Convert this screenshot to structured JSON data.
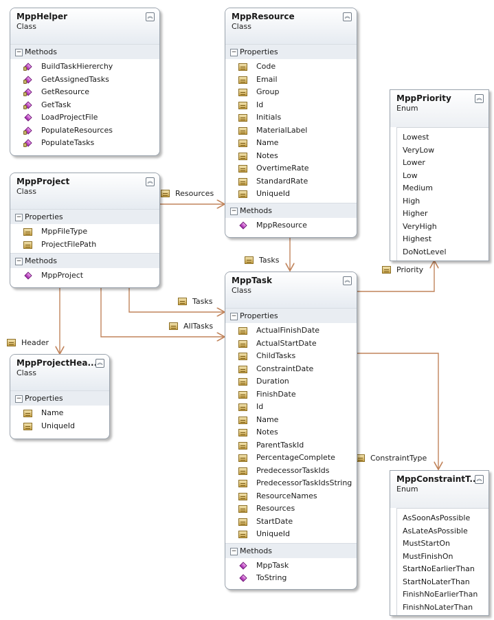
{
  "diagram": {
    "line_color": "#c0835a",
    "classes": {
      "mpp_helper": {
        "name": "MppHelper",
        "stereotype": "Class",
        "methods_label": "Methods",
        "methods": [
          {
            "name": "BuildTaskHiererchy",
            "icon": "private-method-icon"
          },
          {
            "name": "GetAssignedTasks",
            "icon": "private-method-icon"
          },
          {
            "name": "GetResource",
            "icon": "private-method-icon"
          },
          {
            "name": "GetTask",
            "icon": "private-method-icon"
          },
          {
            "name": "LoadProjectFile",
            "icon": "method-icon"
          },
          {
            "name": "PopulateResources",
            "icon": "private-method-icon"
          },
          {
            "name": "PopulateTasks",
            "icon": "private-method-icon"
          }
        ]
      },
      "mpp_project": {
        "name": "MppProject",
        "stereotype": "Class",
        "properties_label": "Properties",
        "properties": [
          "MppFileType",
          "ProjectFilePath"
        ],
        "methods_label": "Methods",
        "methods": [
          "MppProject"
        ]
      },
      "mpp_project_header": {
        "name": "MppProjectHea...",
        "stereotype": "Class",
        "properties_label": "Properties",
        "properties": [
          "Name",
          "UniqueId"
        ]
      },
      "mpp_resource": {
        "name": "MppResource",
        "stereotype": "Class",
        "properties_label": "Properties",
        "properties": [
          "Code",
          "Email",
          "Group",
          "Id",
          "Initials",
          "MaterialLabel",
          "Name",
          "Notes",
          "OvertimeRate",
          "StandardRate",
          "UniqueId"
        ],
        "methods_label": "Methods",
        "methods": [
          "MppResource"
        ]
      },
      "mpp_task": {
        "name": "MppTask",
        "stereotype": "Class",
        "properties_label": "Properties",
        "properties": [
          "ActualFinishDate",
          "ActualStartDate",
          "ChildTasks",
          "ConstraintDate",
          "Duration",
          "FinishDate",
          "Id",
          "Name",
          "Notes",
          "ParentTaskId",
          "PercentageComplete",
          "PredecessorTaskIds",
          "PredecessorTaskIdsString",
          "ResourceNames",
          "Resources",
          "StartDate",
          "UniqueId"
        ],
        "methods_label": "Methods",
        "methods": [
          "MppTask",
          "ToString"
        ]
      }
    },
    "enums": {
      "mpp_priority": {
        "name": "MppPriority",
        "stereotype": "Enum",
        "values": [
          "Lowest",
          "VeryLow",
          "Lower",
          "Low",
          "Medium",
          "High",
          "Higher",
          "VeryHigh",
          "Highest",
          "DoNotLevel"
        ]
      },
      "mpp_constraint_type": {
        "name": "MppConstraintT...",
        "stereotype": "Enum",
        "values": [
          "AsSoonAsPossible",
          "AsLateAsPossible",
          "MustStartOn",
          "MustFinishOn",
          "StartNoEarlierThan",
          "StartNoLaterThan",
          "FinishNoEarlierThan",
          "FinishNoLaterThan"
        ]
      }
    },
    "associations": {
      "project_resources": "Resources",
      "resource_tasks": "Tasks",
      "project_tasks": "Tasks",
      "project_all_tasks": "AllTasks",
      "project_header": "Header",
      "task_priority": "Priority",
      "task_constraint_type": "ConstraintType"
    }
  }
}
